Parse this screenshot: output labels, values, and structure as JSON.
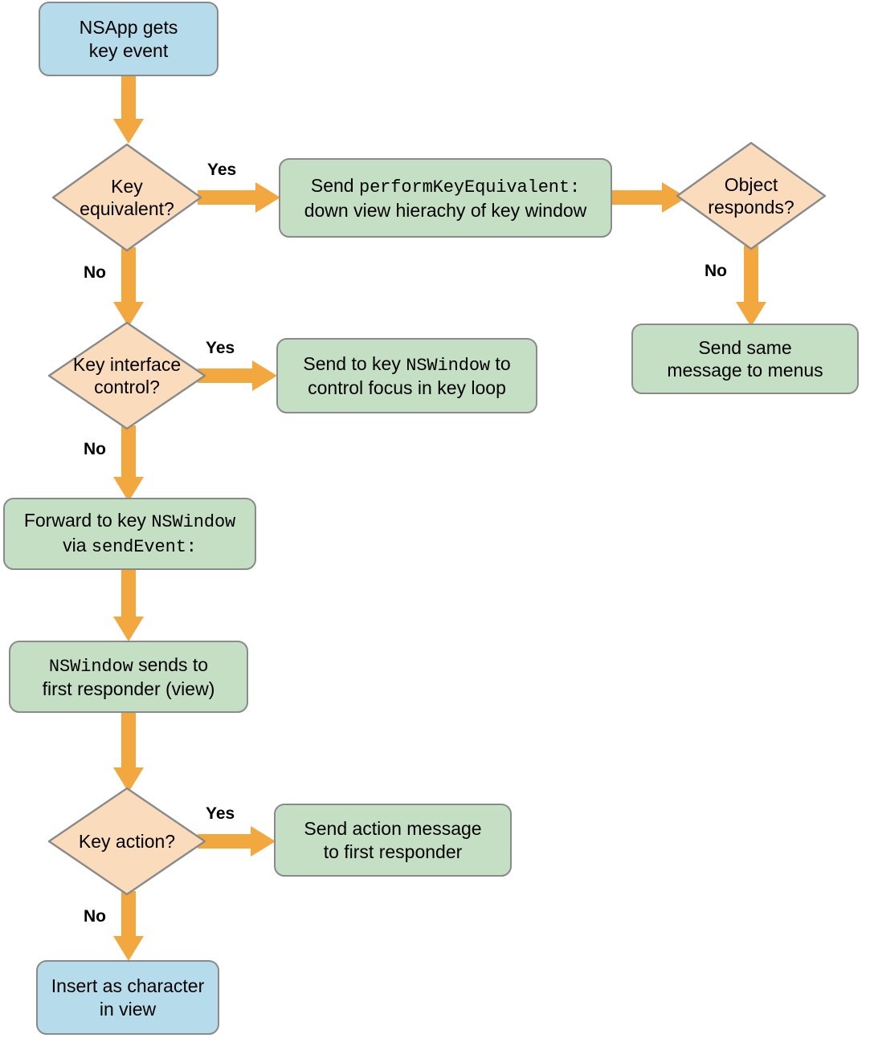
{
  "diagram": {
    "title": "NSApp key event dispatch flowchart",
    "colors": {
      "start_fill": "#b6dceb",
      "process_fill": "#c5dfc4",
      "decision_fill": "#fadcbd",
      "node_border": "#8a8a8a",
      "arrow": "#f2a83f",
      "text": "#000000",
      "background": "#ffffff"
    },
    "nodes": [
      {
        "id": "nsapp-gets-key-event",
        "type": "terminator",
        "shape": "rounded-rect",
        "fill": "start_fill",
        "lines": [
          [
            {
              "text": "NSApp gets",
              "style": "sans"
            }
          ],
          [
            {
              "text": "key event",
              "style": "sans"
            }
          ]
        ],
        "plain_text": "NSApp gets key event"
      },
      {
        "id": "key-equivalent",
        "type": "decision",
        "shape": "diamond",
        "fill": "decision_fill",
        "lines": [
          [
            {
              "text": "Key",
              "style": "sans"
            }
          ],
          [
            {
              "text": "equivalent?",
              "style": "sans"
            }
          ]
        ],
        "plain_text": "Key equivalent?"
      },
      {
        "id": "send-perform-key-equivalent",
        "type": "process",
        "shape": "rounded-rect",
        "fill": "process_fill",
        "lines": [
          [
            {
              "text": "Send ",
              "style": "sans"
            },
            {
              "text": "performKeyEquivalent:",
              "style": "mono"
            }
          ],
          [
            {
              "text": "down view hierachy of key window",
              "style": "sans"
            }
          ]
        ],
        "plain_text": "Send performKeyEquivalent: down view hierachy of key window"
      },
      {
        "id": "object-responds",
        "type": "decision",
        "shape": "diamond",
        "fill": "decision_fill",
        "lines": [
          [
            {
              "text": "Object",
              "style": "sans"
            }
          ],
          [
            {
              "text": "responds?",
              "style": "sans"
            }
          ]
        ],
        "plain_text": "Object responds?"
      },
      {
        "id": "send-same-message-to-menus",
        "type": "process",
        "shape": "rounded-rect",
        "fill": "process_fill",
        "lines": [
          [
            {
              "text": "Send same",
              "style": "sans"
            }
          ],
          [
            {
              "text": "message to menus",
              "style": "sans"
            }
          ]
        ],
        "plain_text": "Send same message to menus"
      },
      {
        "id": "key-interface-control",
        "type": "decision",
        "shape": "diamond",
        "fill": "decision_fill",
        "lines": [
          [
            {
              "text": "Key interface",
              "style": "sans"
            }
          ],
          [
            {
              "text": "control?",
              "style": "sans"
            }
          ]
        ],
        "plain_text": "Key interface control?"
      },
      {
        "id": "send-to-key-nswindow-focus",
        "type": "process",
        "shape": "rounded-rect",
        "fill": "process_fill",
        "lines": [
          [
            {
              "text": "Send to key ",
              "style": "sans"
            },
            {
              "text": "NSWindow",
              "style": "mono"
            },
            {
              "text": " to",
              "style": "sans"
            }
          ],
          [
            {
              "text": "control focus in key loop",
              "style": "sans"
            }
          ]
        ],
        "plain_text": "Send to key NSWindow to control focus in key loop"
      },
      {
        "id": "forward-to-key-nswindow",
        "type": "process",
        "shape": "rounded-rect",
        "fill": "process_fill",
        "lines": [
          [
            {
              "text": "Forward to key ",
              "style": "sans"
            },
            {
              "text": "NSWindow",
              "style": "mono"
            }
          ],
          [
            {
              "text": "via ",
              "style": "sans"
            },
            {
              "text": "sendEvent:",
              "style": "mono"
            }
          ]
        ],
        "plain_text": "Forward to key NSWindow via sendEvent:"
      },
      {
        "id": "nswindow-sends-to-first-responder",
        "type": "process",
        "shape": "rounded-rect",
        "fill": "process_fill",
        "lines": [
          [
            {
              "text": "NSWindow",
              "style": "mono"
            },
            {
              "text": " sends to",
              "style": "sans"
            }
          ],
          [
            {
              "text": "first responder (view)",
              "style": "sans"
            }
          ]
        ],
        "plain_text": "NSWindow sends to first responder (view)"
      },
      {
        "id": "key-action",
        "type": "decision",
        "shape": "diamond",
        "fill": "decision_fill",
        "lines": [
          [
            {
              "text": "Key action?",
              "style": "sans"
            }
          ]
        ],
        "plain_text": "Key action?"
      },
      {
        "id": "send-action-message",
        "type": "process",
        "shape": "rounded-rect",
        "fill": "process_fill",
        "lines": [
          [
            {
              "text": "Send action message",
              "style": "sans"
            }
          ],
          [
            {
              "text": "to first responder",
              "style": "sans"
            }
          ]
        ],
        "plain_text": "Send action message to first responder"
      },
      {
        "id": "insert-as-character",
        "type": "terminator",
        "shape": "rounded-rect",
        "fill": "start_fill",
        "lines": [
          [
            {
              "text": "Insert as character",
              "style": "sans"
            }
          ],
          [
            {
              "text": "in view",
              "style": "sans"
            }
          ]
        ],
        "plain_text": "Insert as character in view"
      }
    ],
    "edges": [
      {
        "id": "e1",
        "from": "nsapp-gets-key-event",
        "to": "key-equivalent",
        "label": "",
        "direction": "down"
      },
      {
        "id": "e2",
        "from": "key-equivalent",
        "to": "send-perform-key-equivalent",
        "label": "Yes",
        "direction": "right"
      },
      {
        "id": "e3",
        "from": "key-equivalent",
        "to": "key-interface-control",
        "label": "No",
        "direction": "down"
      },
      {
        "id": "e4",
        "from": "send-perform-key-equivalent",
        "to": "object-responds",
        "label": "",
        "direction": "right"
      },
      {
        "id": "e5",
        "from": "object-responds",
        "to": "send-same-message-to-menus",
        "label": "No",
        "direction": "down"
      },
      {
        "id": "e6",
        "from": "key-interface-control",
        "to": "send-to-key-nswindow-focus",
        "label": "Yes",
        "direction": "right"
      },
      {
        "id": "e7",
        "from": "key-interface-control",
        "to": "forward-to-key-nswindow",
        "label": "No",
        "direction": "down"
      },
      {
        "id": "e8",
        "from": "forward-to-key-nswindow",
        "to": "nswindow-sends-to-first-responder",
        "label": "",
        "direction": "down"
      },
      {
        "id": "e9",
        "from": "nswindow-sends-to-first-responder",
        "to": "key-action",
        "label": "",
        "direction": "down"
      },
      {
        "id": "e10",
        "from": "key-action",
        "to": "send-action-message",
        "label": "Yes",
        "direction": "right"
      },
      {
        "id": "e11",
        "from": "key-action",
        "to": "insert-as-character",
        "label": "No",
        "direction": "down"
      }
    ],
    "edge_labels": {
      "yes": "Yes",
      "no": "No"
    }
  }
}
